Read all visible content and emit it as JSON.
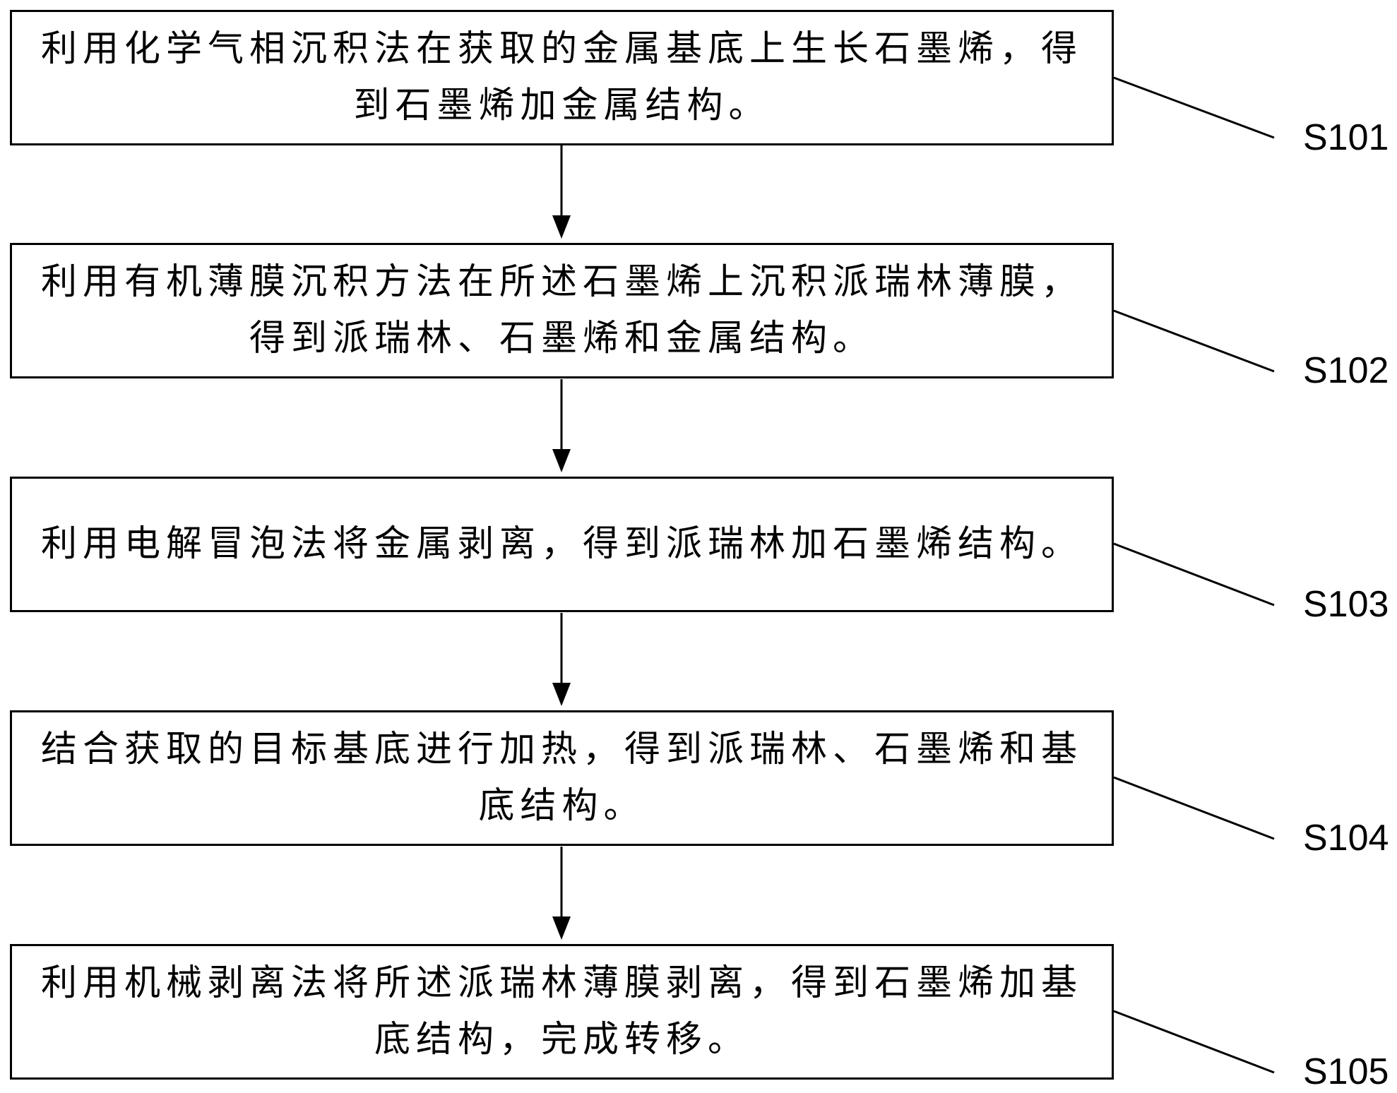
{
  "steps": [
    {
      "id": "S101",
      "text": "利用化学气相沉积法在获取的金属基底上生长石墨烯，得到石墨烯加金属结构。"
    },
    {
      "id": "S102",
      "text": "利用有机薄膜沉积方法在所述石墨烯上沉积派瑞林薄膜，得到派瑞林、石墨烯和金属结构。"
    },
    {
      "id": "S103",
      "text": "利用电解冒泡法将金属剥离，得到派瑞林加石墨烯结构。"
    },
    {
      "id": "S104",
      "text": "结合获取的目标基底进行加热，得到派瑞林、石墨烯和基底结构。"
    },
    {
      "id": "S105",
      "text": "利用机械剥离法将所述派瑞林薄膜剥离，得到石墨烯加基底结构，完成转移。"
    }
  ]
}
